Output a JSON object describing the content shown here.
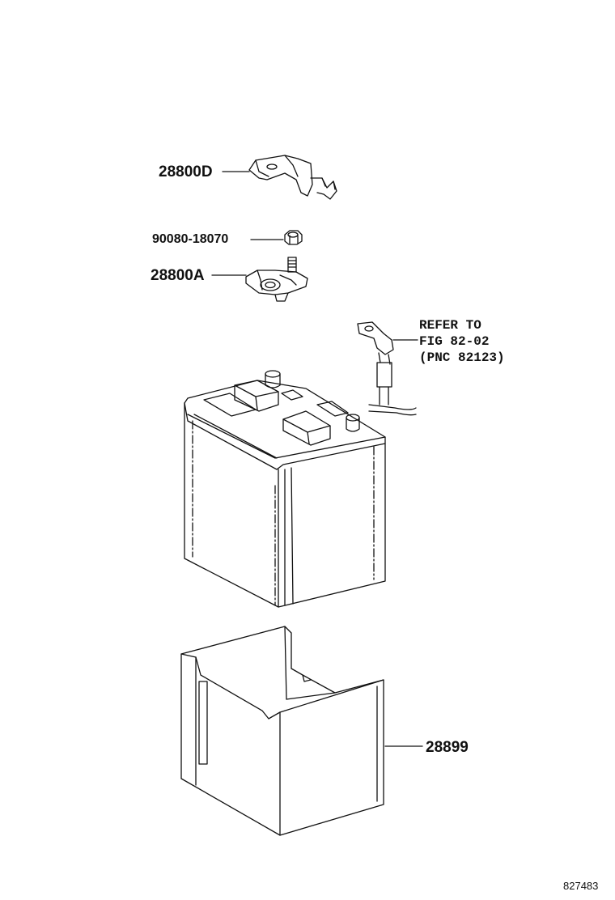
{
  "parts": {
    "cover": "28800D",
    "nut": "90080-18070",
    "clamp": "28800A",
    "tray": "28899"
  },
  "reference": {
    "line1": "REFER TO",
    "line2": "FIG 82-02",
    "line3": "(PNC 82123)"
  },
  "illustration_id": "827483"
}
